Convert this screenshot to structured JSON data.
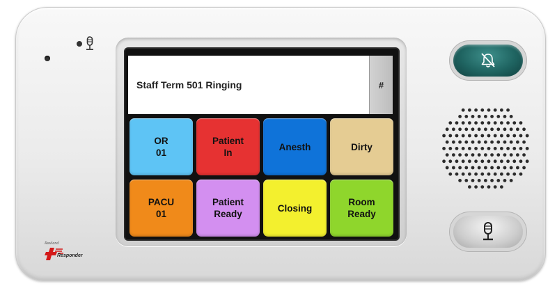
{
  "status": {
    "message": "Staff Term 501 Ringing",
    "hash_label": "#"
  },
  "tiles": [
    {
      "label": "OR\n01",
      "color": "#5ec4f5"
    },
    {
      "label": "Patient\nIn",
      "color": "#e63232"
    },
    {
      "label": "Anesth",
      "color": "#0f73d9"
    },
    {
      "label": "Dirty",
      "color": "#e5cc93"
    },
    {
      "label": "PACU\n01",
      "color": "#f08a1a"
    },
    {
      "label": "Patient\nReady",
      "color": "#d38ff0"
    },
    {
      "label": "Closing",
      "color": "#f3f02e"
    },
    {
      "label": "Room\nReady",
      "color": "#8fd62c"
    }
  ],
  "hardware": {
    "mute_icon": "mute-bell-icon",
    "talk_icon": "microphone-icon"
  },
  "logo": {
    "prefix": "Rauland",
    "brand": "Responder"
  }
}
